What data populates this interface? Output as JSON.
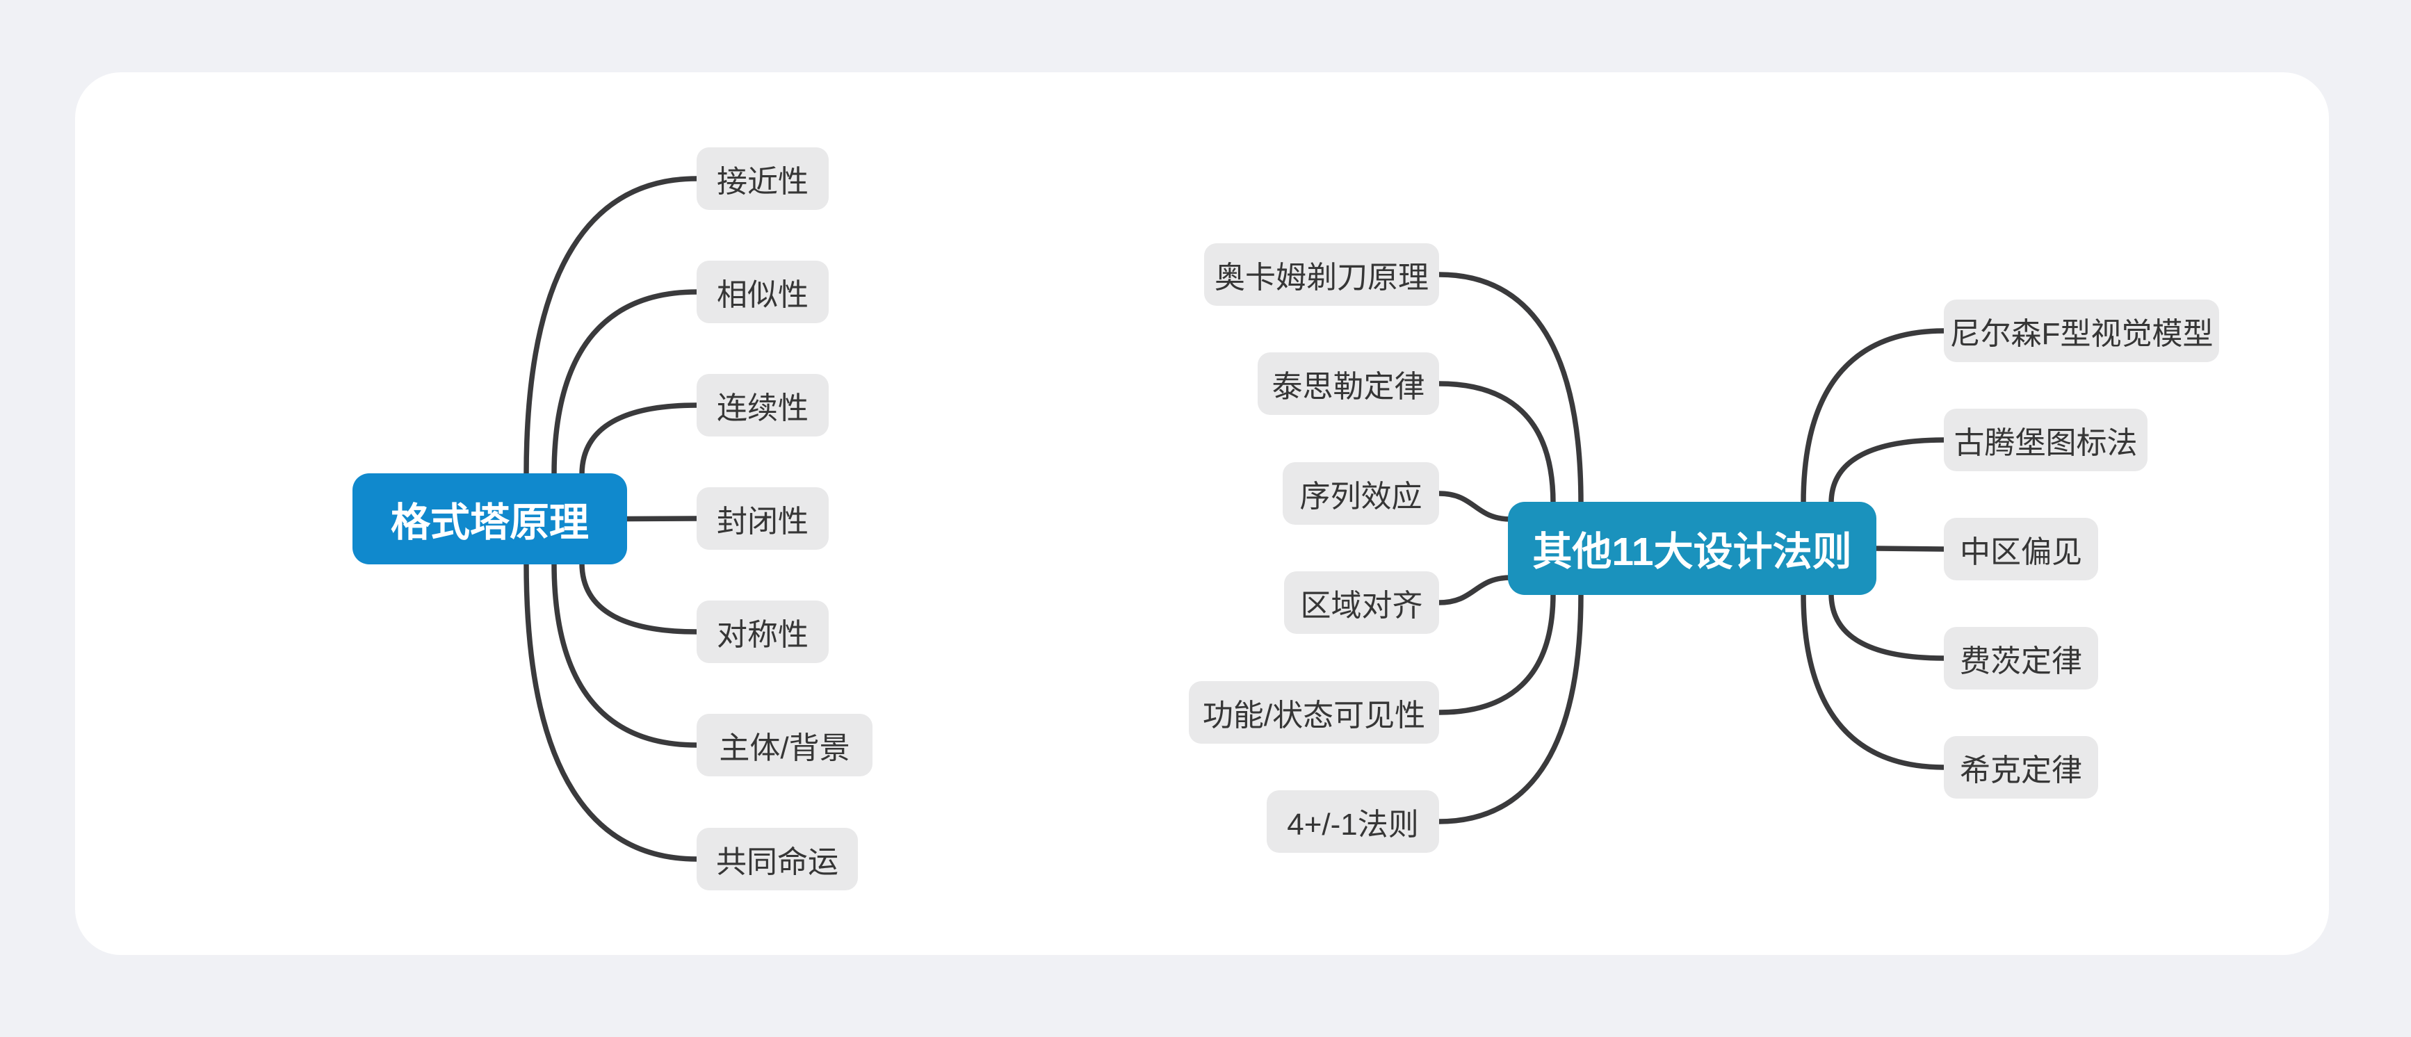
{
  "page": {
    "background": "#f0f1f5",
    "card_background": "#ffffff"
  },
  "colors": {
    "page_bg": "#f0f1f5",
    "card_bg": "#ffffff",
    "root1_bg": "#1089cd",
    "root2_bg": "#1a92bd",
    "root_text": "#ffffff",
    "child_bg": "#e9e9ea",
    "child_text": "#363636",
    "edge": "#3a3a3c"
  },
  "mindmap": {
    "roots": [
      {
        "label": "格式塔原理",
        "children_right": [
          "接近性",
          "相似性",
          "连续性",
          "封闭性",
          "对称性",
          "主体/背景",
          "共同命运"
        ]
      },
      {
        "label": "其他11大设计法则",
        "children_left": [
          "奥卡姆剃刀原理",
          "泰思勒定律",
          "序列效应",
          "区域对齐",
          "功能/状态可见性",
          "4+/-1法则"
        ],
        "children_right": [
          "尼尔森F型视觉模型",
          "古腾堡图标法",
          "中区偏见",
          "费茨定律",
          "希克定律"
        ]
      }
    ]
  }
}
